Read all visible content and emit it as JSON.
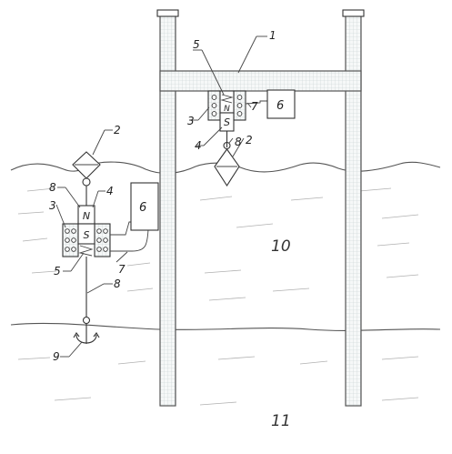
{
  "labels": {
    "l1": "1",
    "l2_left": "2",
    "l2_right": "2",
    "l3_left": "3",
    "l3_right": "3",
    "l4_left": "4",
    "l4_right": "4",
    "l5_left": "5",
    "l5_right": "5",
    "l6_left": "6",
    "l6_right": "6",
    "l7_left": "7",
    "l7_right": "7",
    "l8_top_left": "8",
    "l8_bottom_left": "8",
    "l8_right": "8",
    "l9": "9",
    "l10": "10",
    "l11": "11"
  },
  "magnet": {
    "left_north": "N",
    "left_south": "S",
    "right_north": "N",
    "right_south": "S"
  }
}
